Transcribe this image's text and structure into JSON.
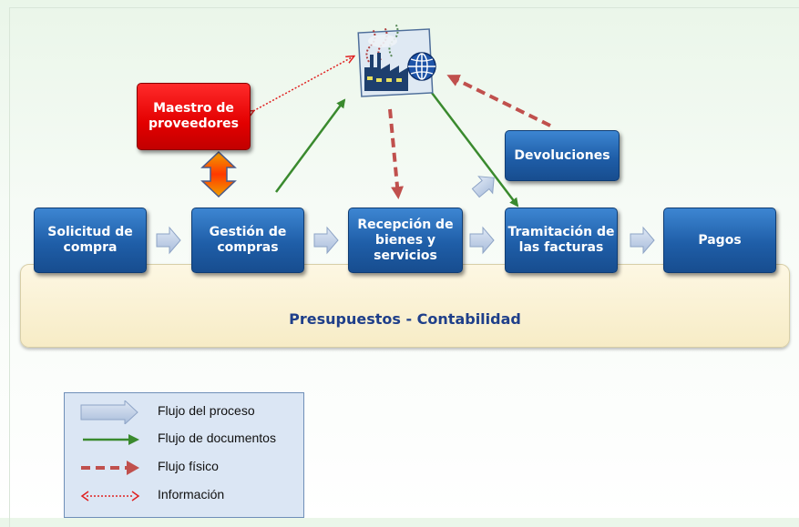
{
  "nodes": {
    "maestro": "Maestro de\nproveedores",
    "solicitud": "Solicitud de\ncompra",
    "gestion": "Gestión de\ncompras",
    "recepcion": "Recepción de\nbienes y\nservicios",
    "tramitacion": "Tramitación de\nlas facturas",
    "pagos": "Pagos",
    "devoluciones": "Devoluciones"
  },
  "band_label": "Presupuestos - Contabilidad",
  "factory_icon": "factory-globe-icon",
  "legend": {
    "items": [
      {
        "label": "Flujo del proceso",
        "icon": "block-arrow-icon"
      },
      {
        "label": "Flujo de documentos",
        "icon": "green-arrow-icon"
      },
      {
        "label": "Flujo físico",
        "icon": "red-dashed-arrow-icon"
      },
      {
        "label": "Información",
        "icon": "red-dotted-double-arrow-icon"
      }
    ]
  },
  "colors": {
    "process_box": "#1f5ea8",
    "master_box": "#e30000",
    "document_flow": "#3a8a2e",
    "physical_flow": "#c0504d",
    "information_flow": "#e02020",
    "process_arrow": "#b8c8e0"
  }
}
